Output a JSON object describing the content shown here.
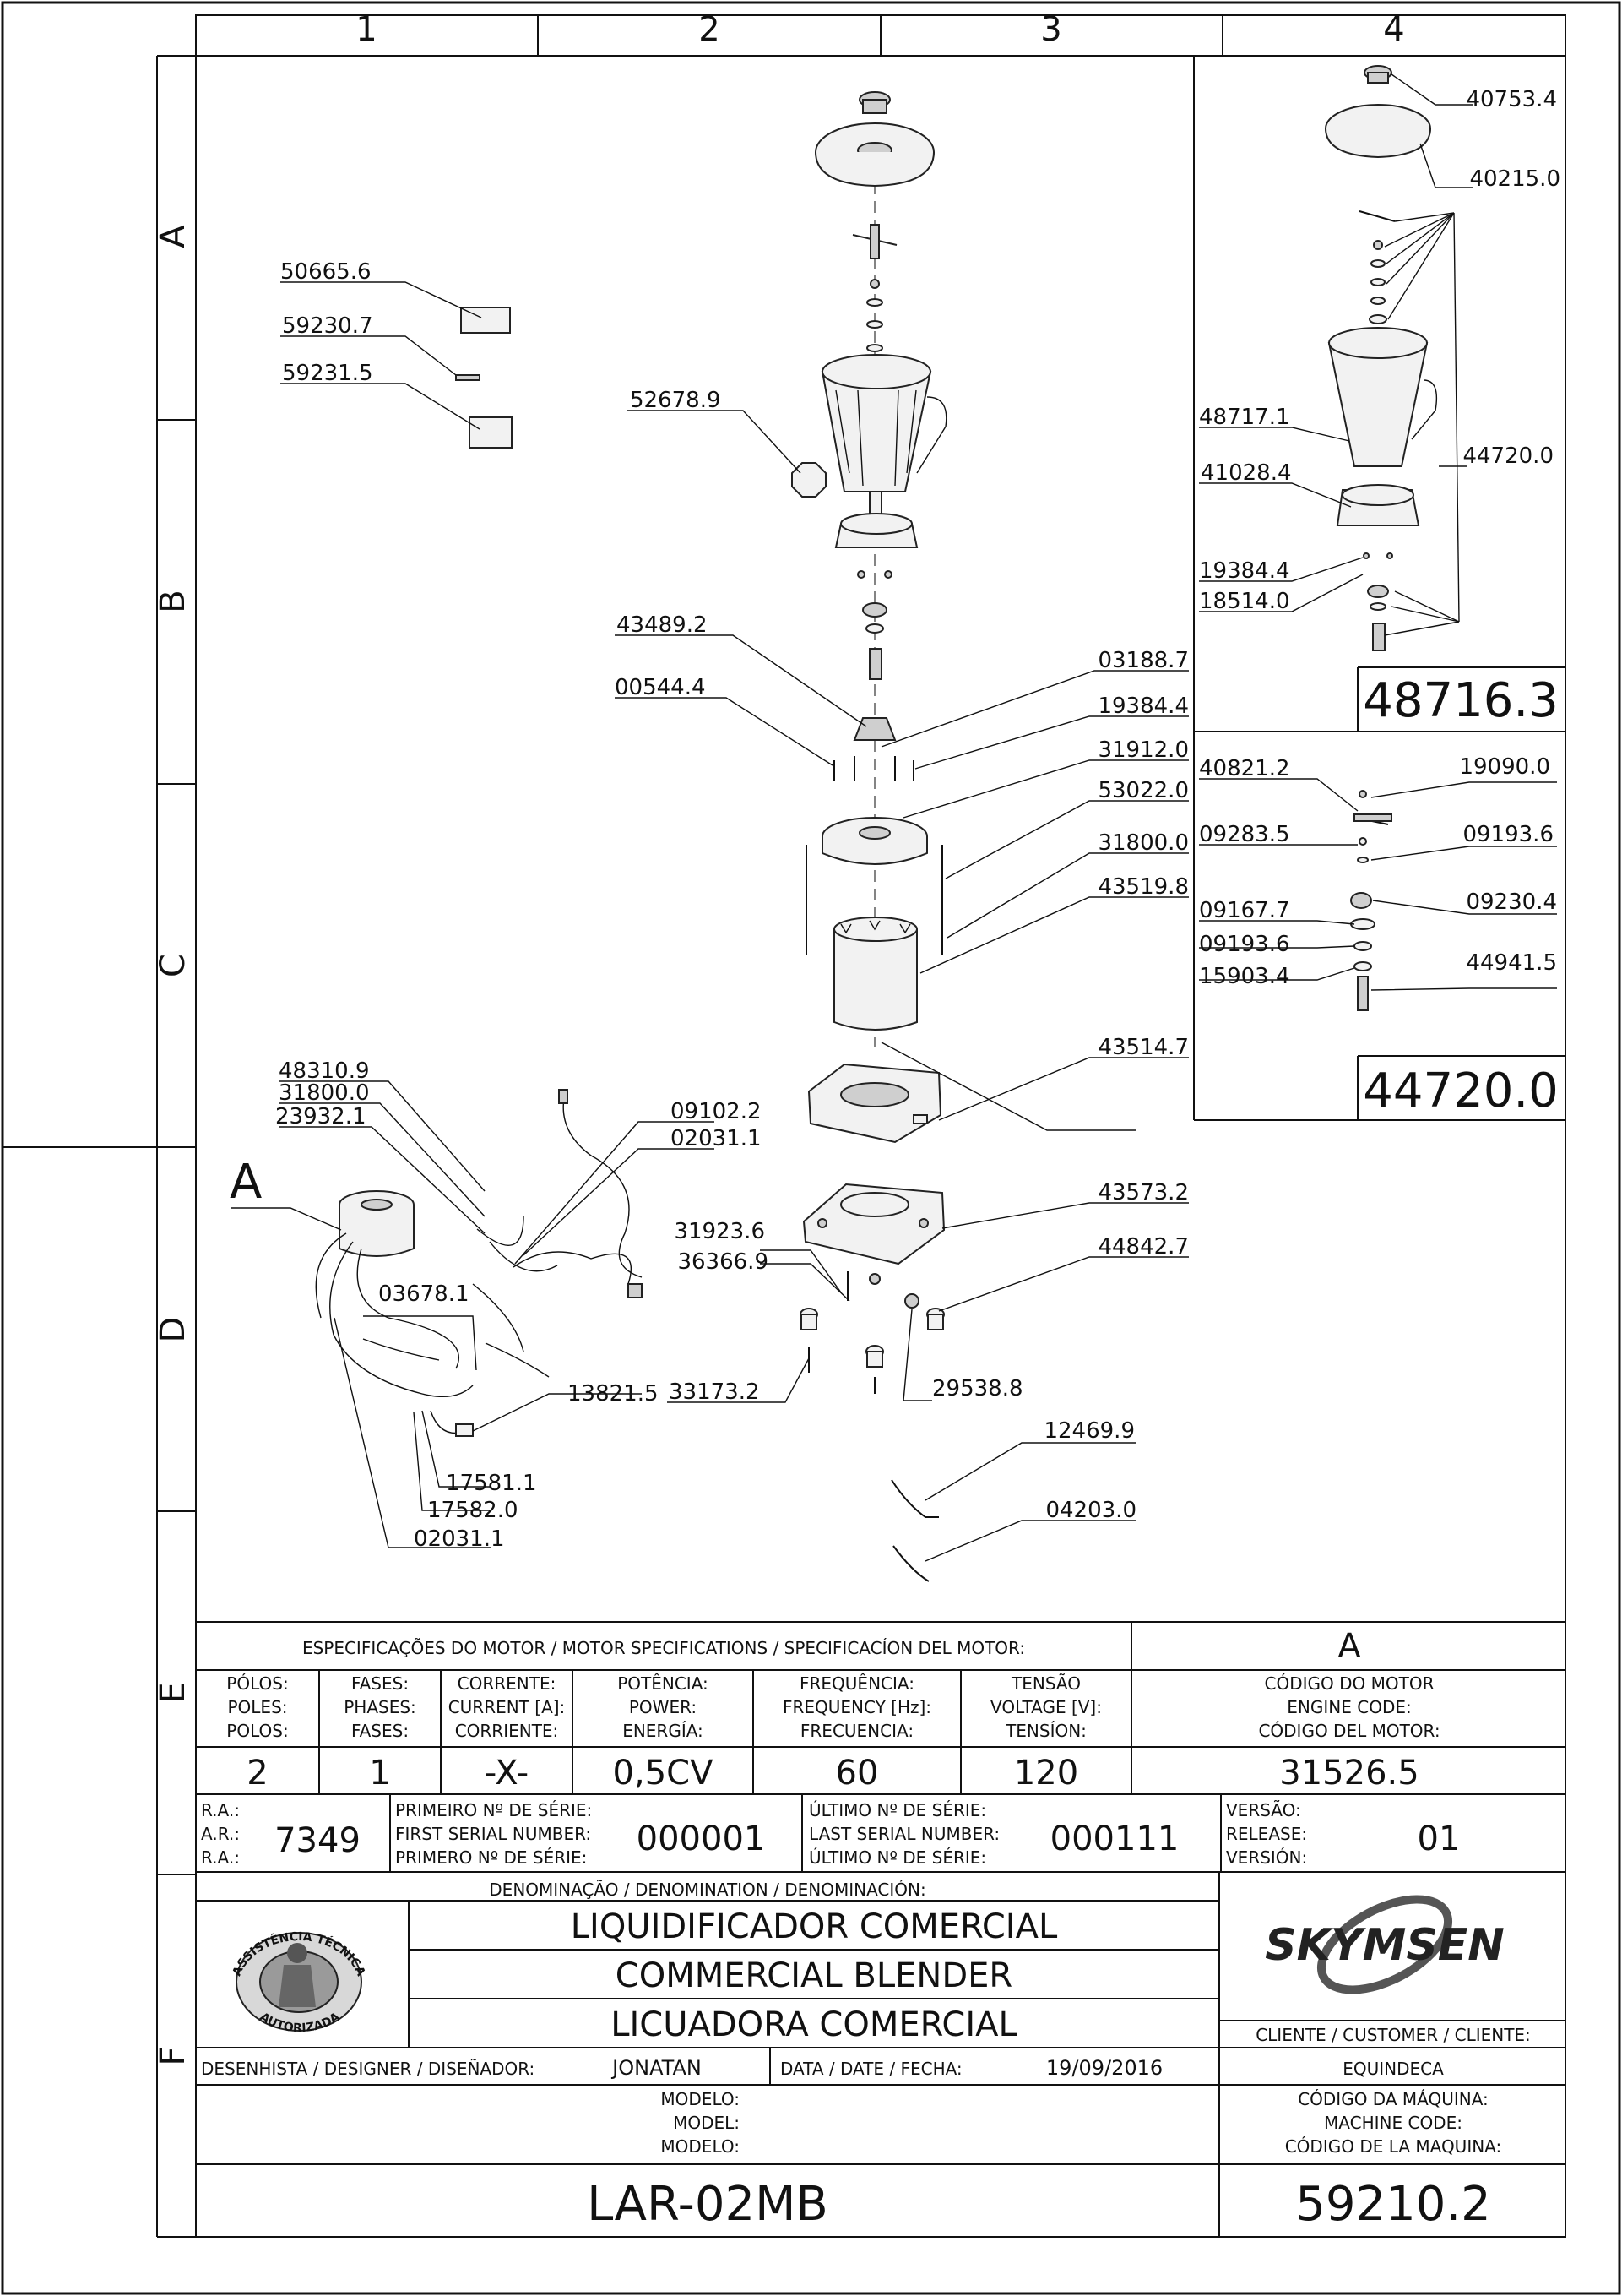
{
  "grid": {
    "columns": [
      "1",
      "2",
      "3",
      "4"
    ],
    "rows": [
      "A",
      "B",
      "C",
      "D",
      "E",
      "F"
    ]
  },
  "callouts": {
    "labels_left": [
      "50665.6",
      "59230.7",
      "59231.5"
    ],
    "jar_main": "52678.9",
    "coupling": "43489.2",
    "screw_a": "00544.4",
    "top_right_col": [
      "03188.7",
      "19384.4",
      "31912.0",
      "53022.0",
      "31800.0",
      "43519.8"
    ],
    "base": "43514.7",
    "base_plate": "43573.2",
    "foot_right": "44842.7",
    "foot_bottom_right": "29538.8",
    "screw_b": "31923.6",
    "screw_c": "36366.9",
    "foot_left": "33173.2",
    "wiring_left": [
      "48310.9",
      "31800.0",
      "23932.1"
    ],
    "wiring_right": [
      "09102.2",
      "02031.1"
    ],
    "wire_mid": "03678.1",
    "connector": "13821.5",
    "wiring_bottom": [
      "17581.1",
      "17582.0",
      "02031.1"
    ],
    "cable_a": "12469.9",
    "cable_b": "04203.0",
    "motor_letter": "A"
  },
  "inset_top": {
    "labels": [
      "40753.4",
      "40215.0",
      "48717.1",
      "41028.4",
      "44720.0",
      "19384.4",
      "18514.0"
    ],
    "assembly_code": "48716.3"
  },
  "inset_bottom": {
    "labels_left": [
      "40821.2",
      "09283.5",
      "09167.7",
      "09193.6",
      "15903.4"
    ],
    "labels_right": [
      "19090.0",
      "09193.6",
      "09230.4",
      "44941.5"
    ],
    "assembly_code": "44720.0"
  },
  "motor_specs": {
    "title": "ESPECIFICAÇÕES DO MOTOR / MOTOR SPECIFICATIONS / SPECIFICACÍON DEL MOTOR:",
    "letter": "A",
    "headers": [
      [
        "PÓLOS:",
        "POLES:",
        "POLOS:"
      ],
      [
        "FASES:",
        "PHASES:",
        "FASES:"
      ],
      [
        "CORRENTE:",
        "CURRENT [A]:",
        "CORRIENTE:"
      ],
      [
        "POTÊNCIA:",
        "POWER:",
        "ENERGÍA:"
      ],
      [
        "FREQUÊNCIA:",
        "FREQUENCY [Hz]:",
        "FRECUENCIA:"
      ],
      [
        "TENSÃO",
        "VOLTAGE [V]:",
        "TENSÍON:"
      ],
      [
        "CÓDIGO DO MOTOR",
        "ENGINE CODE:",
        "CÓDIGO DEL MOTOR:"
      ]
    ],
    "values": [
      "2",
      "1",
      "-X-",
      "0,5CV",
      "60",
      "120",
      "31526.5"
    ]
  },
  "serials": {
    "ra_labels": [
      "R.A.:",
      "A.R.:",
      "R.A.:"
    ],
    "ra_value": "7349",
    "first_labels": [
      "PRIMEIRO Nº DE SÉRIE:",
      "FIRST SERIAL NUMBER:",
      "PRIMERO Nº DE SÉRIE:"
    ],
    "first_value": "000001",
    "last_labels": [
      "ÚLTIMO Nº DE SÉRIE:",
      "LAST SERIAL NUMBER:",
      "ÚLTIMO Nº DE SÉRIE:"
    ],
    "last_value": "000111",
    "version_labels": [
      "VERSÃO:",
      "RELEASE:",
      "VERSIÓN:"
    ],
    "version_value": "01"
  },
  "title_block": {
    "denomination_label": "DENOMINAÇÃO / DENOMINATION / DENOMINACIÓN:",
    "names": [
      "LIQUIDIFICADOR COMERCIAL",
      "COMMERCIAL BLENDER",
      "LICUADORA COMERCIAL"
    ],
    "seal_top": "ASSISTÊNCIA TÉCNICA",
    "seal_side": "AUTORIZADA",
    "brand": "SKYMSEN",
    "customer_label": "CLIENTE / CUSTOMER / CLIENTE:",
    "customer": "EQUINDECA",
    "designer_label": "DESENHISTA / DESIGNER / DISEÑADOR:",
    "designer": "JONATAN",
    "date_label": "DATA / DATE / FECHA:",
    "date": "19/09/2016",
    "model_labels": [
      "MODELO:",
      "MODEL:",
      "MODELO:"
    ],
    "machine_code_labels": [
      "CÓDIGO DA MÁQUINA:",
      "MACHINE CODE:",
      "CÓDIGO DE LA MAQUINA:"
    ],
    "model": "LAR-02MB",
    "machine_code": "59210.2"
  }
}
